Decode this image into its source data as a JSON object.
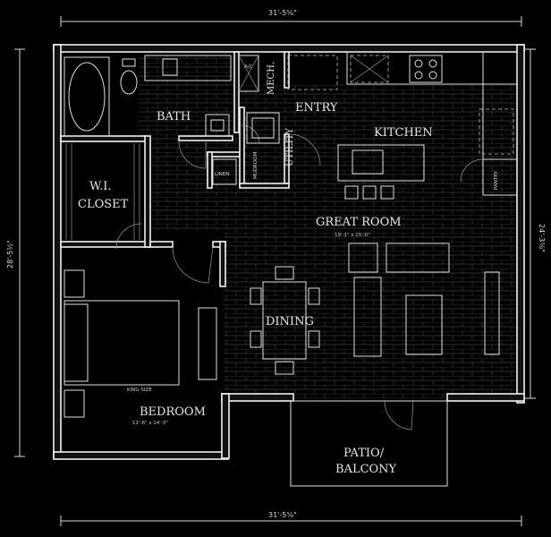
{
  "plan": {
    "dimensions": {
      "top": "31'-5⅝\"",
      "bottom": "31'-5⅝\"",
      "left": "28'-5½\"",
      "right": "24'-3⅜\""
    },
    "rooms": {
      "bath": "BATH",
      "wi_closet_line1": "W.I.",
      "wi_closet_line2": "CLOSET",
      "bedroom": "BEDROOM",
      "bedroom_dims": "11'-6\" x 14'-3\"",
      "king_size": "KING SIZE",
      "mech": "MECH.",
      "ac": "A/C",
      "entry": "ENTRY",
      "utility": "UTILITY",
      "mudroom": "MUDROOM",
      "linen": "LINEN",
      "kitchen": "KITCHEN",
      "pantry": "PANTRY",
      "great_room": "GREAT ROOM",
      "great_room_dims": "19'-1\" x 15'-0\"",
      "dining": "DINING",
      "patio_line1": "PATIO/",
      "patio_line2": "BALCONY"
    },
    "colors": {
      "background": "#000000",
      "walls": "#f2f2f2",
      "floor_lines": "#2e2e2e"
    }
  }
}
